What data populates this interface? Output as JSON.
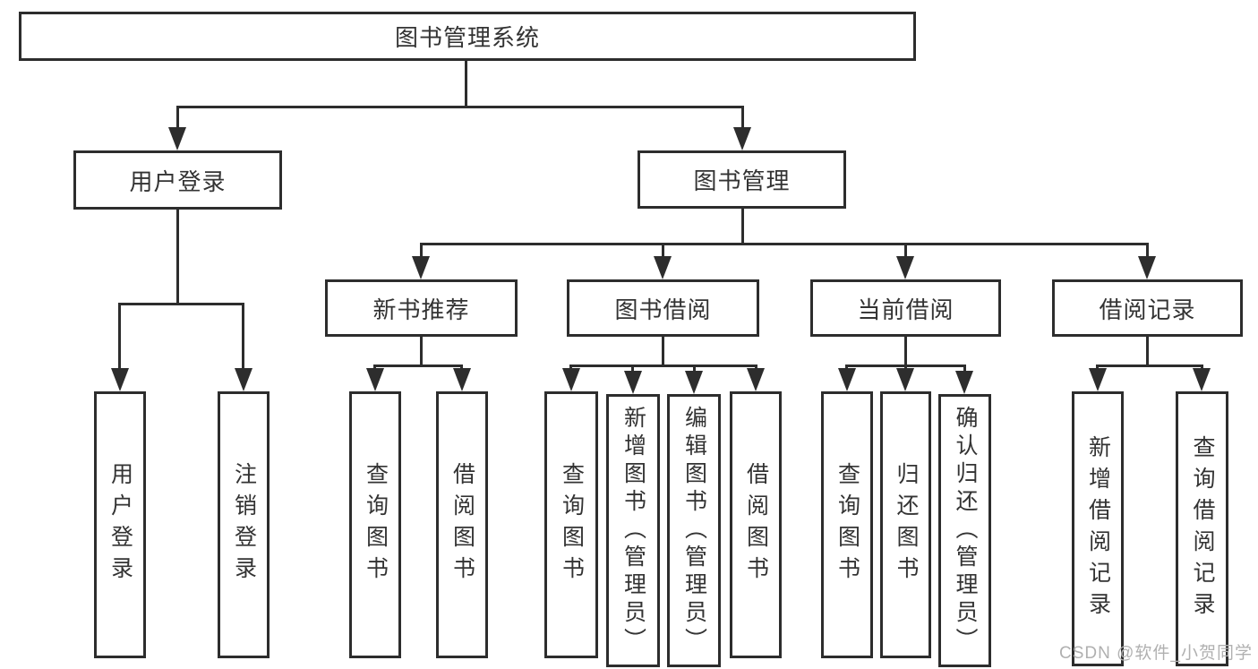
{
  "tree": {
    "root": {
      "label": "图书管理系统",
      "children": [
        {
          "label": "用户登录",
          "children": [
            {
              "label": "用户登录"
            },
            {
              "label": "注销登录"
            }
          ]
        },
        {
          "label": "图书管理",
          "children": [
            {
              "label": "新书推荐",
              "children": [
                {
                  "label": "查询图书"
                },
                {
                  "label": "借阅图书"
                }
              ]
            },
            {
              "label": "图书借阅",
              "children": [
                {
                  "label": "查询图书"
                },
                {
                  "label": "新增图书（管理员）"
                },
                {
                  "label": "编辑图书（管理员）"
                },
                {
                  "label": "借阅图书"
                }
              ]
            },
            {
              "label": "当前借阅",
              "children": [
                {
                  "label": "查询图书"
                },
                {
                  "label": "归还图书"
                },
                {
                  "label": "确认归还（管理员）"
                }
              ]
            },
            {
              "label": "借阅记录",
              "children": [
                {
                  "label": "新增借阅记录"
                },
                {
                  "label": "查询借阅记录"
                }
              ]
            }
          ]
        }
      ]
    }
  },
  "watermark": {
    "text": "CSDN @软件_小贺同学"
  },
  "colors": {
    "line": "#2d2d2d",
    "text": "#333333",
    "background": "#ffffff",
    "watermark": "#b0b0b0"
  }
}
